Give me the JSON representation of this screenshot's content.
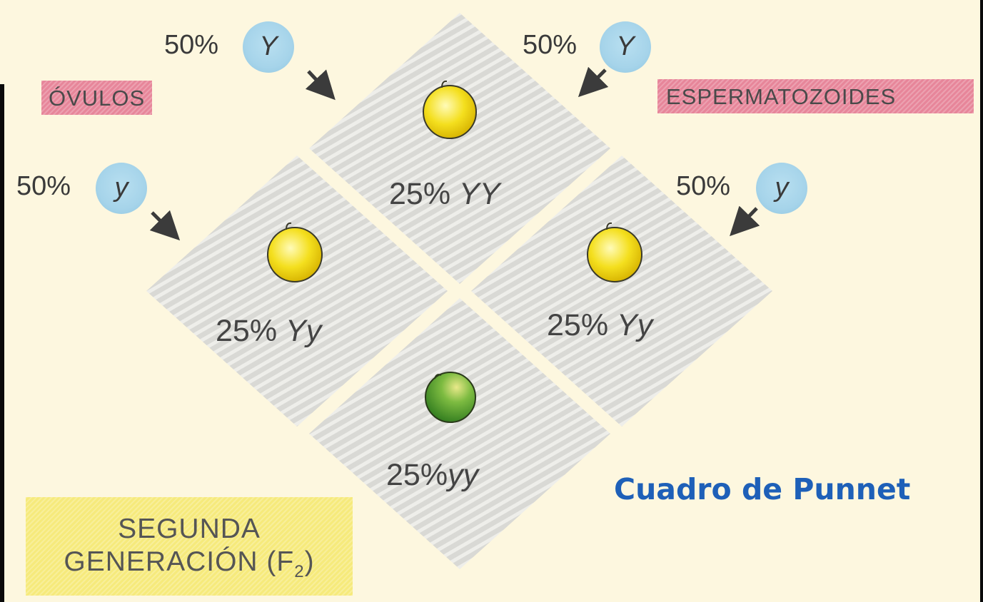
{
  "labels": {
    "ovulos": "ÓVULOS",
    "espermatozoides": "ESPERMATOZOIDES",
    "generation_line1": "SEGUNDA",
    "generation_line2": "GENERACIÓN (F",
    "generation_sub": "2",
    "generation_close": ")"
  },
  "title": "Cuadro de Punnet",
  "gametes": {
    "ovule_Y": {
      "percent": "50%",
      "allele": "Y"
    },
    "ovule_y": {
      "percent": "50%",
      "allele": "y"
    },
    "sperm_Y": {
      "percent": "50%",
      "allele": "Y"
    },
    "sperm_y": {
      "percent": "50%",
      "allele": "y"
    }
  },
  "cells": {
    "top": {
      "percent": "25%",
      "genotype": "YY",
      "seed": "yellow"
    },
    "left": {
      "percent": "25%",
      "genotype": "Yy",
      "seed": "yellow"
    },
    "right": {
      "percent": "25%",
      "genotype": "Yy",
      "seed": "yellow"
    },
    "bottom": {
      "percent": "25%",
      "genotype": "yy",
      "seed": "green"
    }
  },
  "colors": {
    "tag_pink": "#e7869a",
    "tag_yellow": "#f6ea7c",
    "gamete_circle": "#a6d4ea",
    "seed_yellow": "#f4df1e",
    "seed_green": "#4f9a2c",
    "title": "#1e60b8"
  }
}
